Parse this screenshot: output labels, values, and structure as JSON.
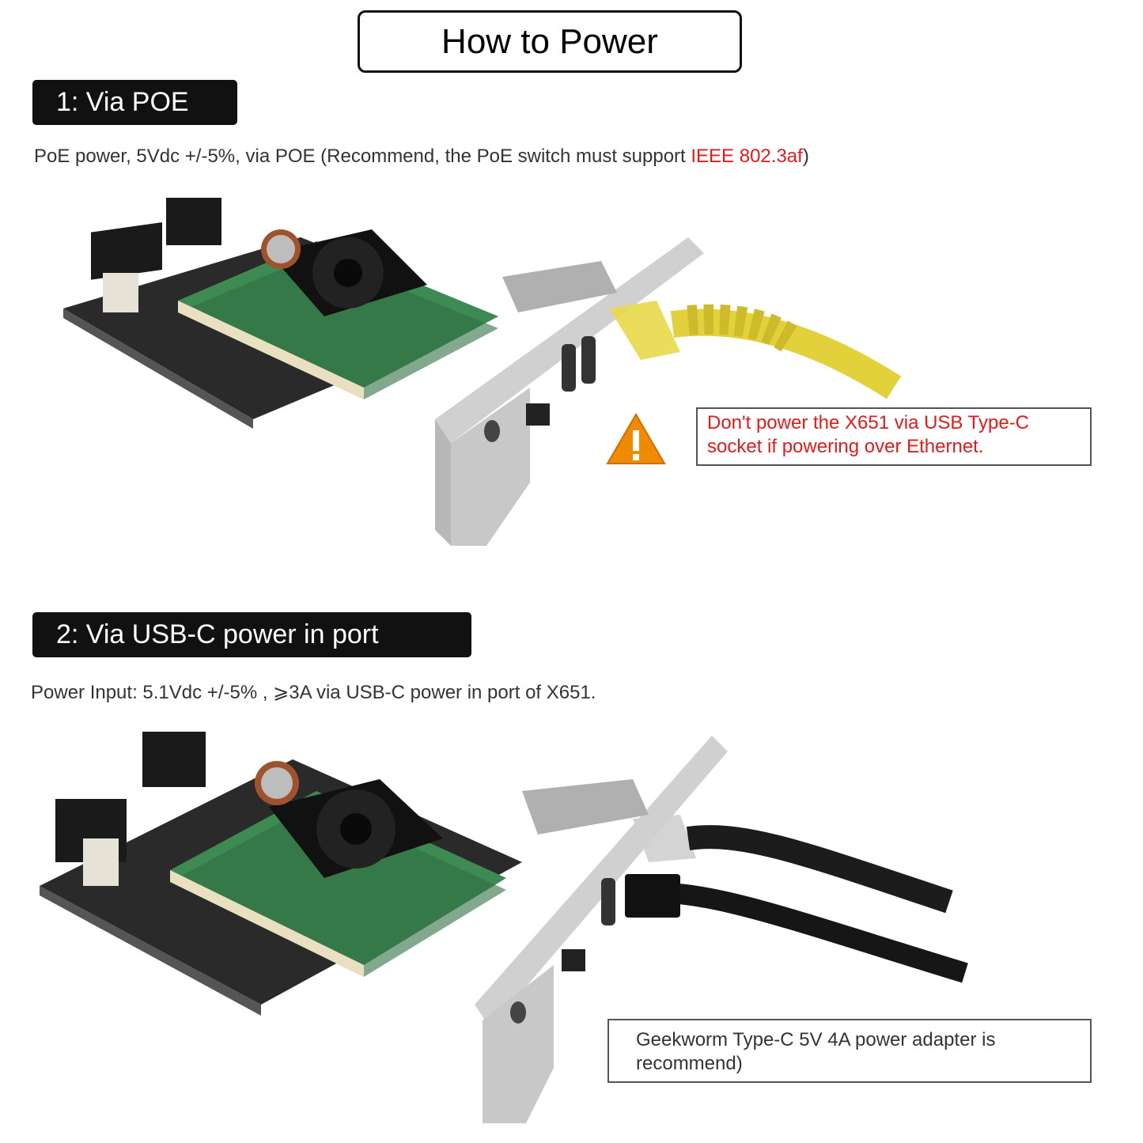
{
  "title": "How to Power",
  "section1": {
    "label": "1:  Via POE",
    "desc_prefix": "PoE power, 5Vdc +/-5%, via POE (Recommend, the PoE switch must support ",
    "desc_highlight": "IEEE 802.3af",
    "desc_suffix": ")",
    "warning_line1": "Don't power the X651 via USB Type-C",
    "warning_line2": "socket if powering over Ethernet.",
    "highlight_color": "#e31b1b"
  },
  "section2": {
    "label": "2: Via USB-C power in port",
    "desc": "Power Input: 5.1Vdc +/-5% , ⩾3A via USB-C power in port of X651.",
    "note_line1": "Geekworm Type-C 5V 4A power adapter is",
    "note_line2": "recommend)"
  }
}
